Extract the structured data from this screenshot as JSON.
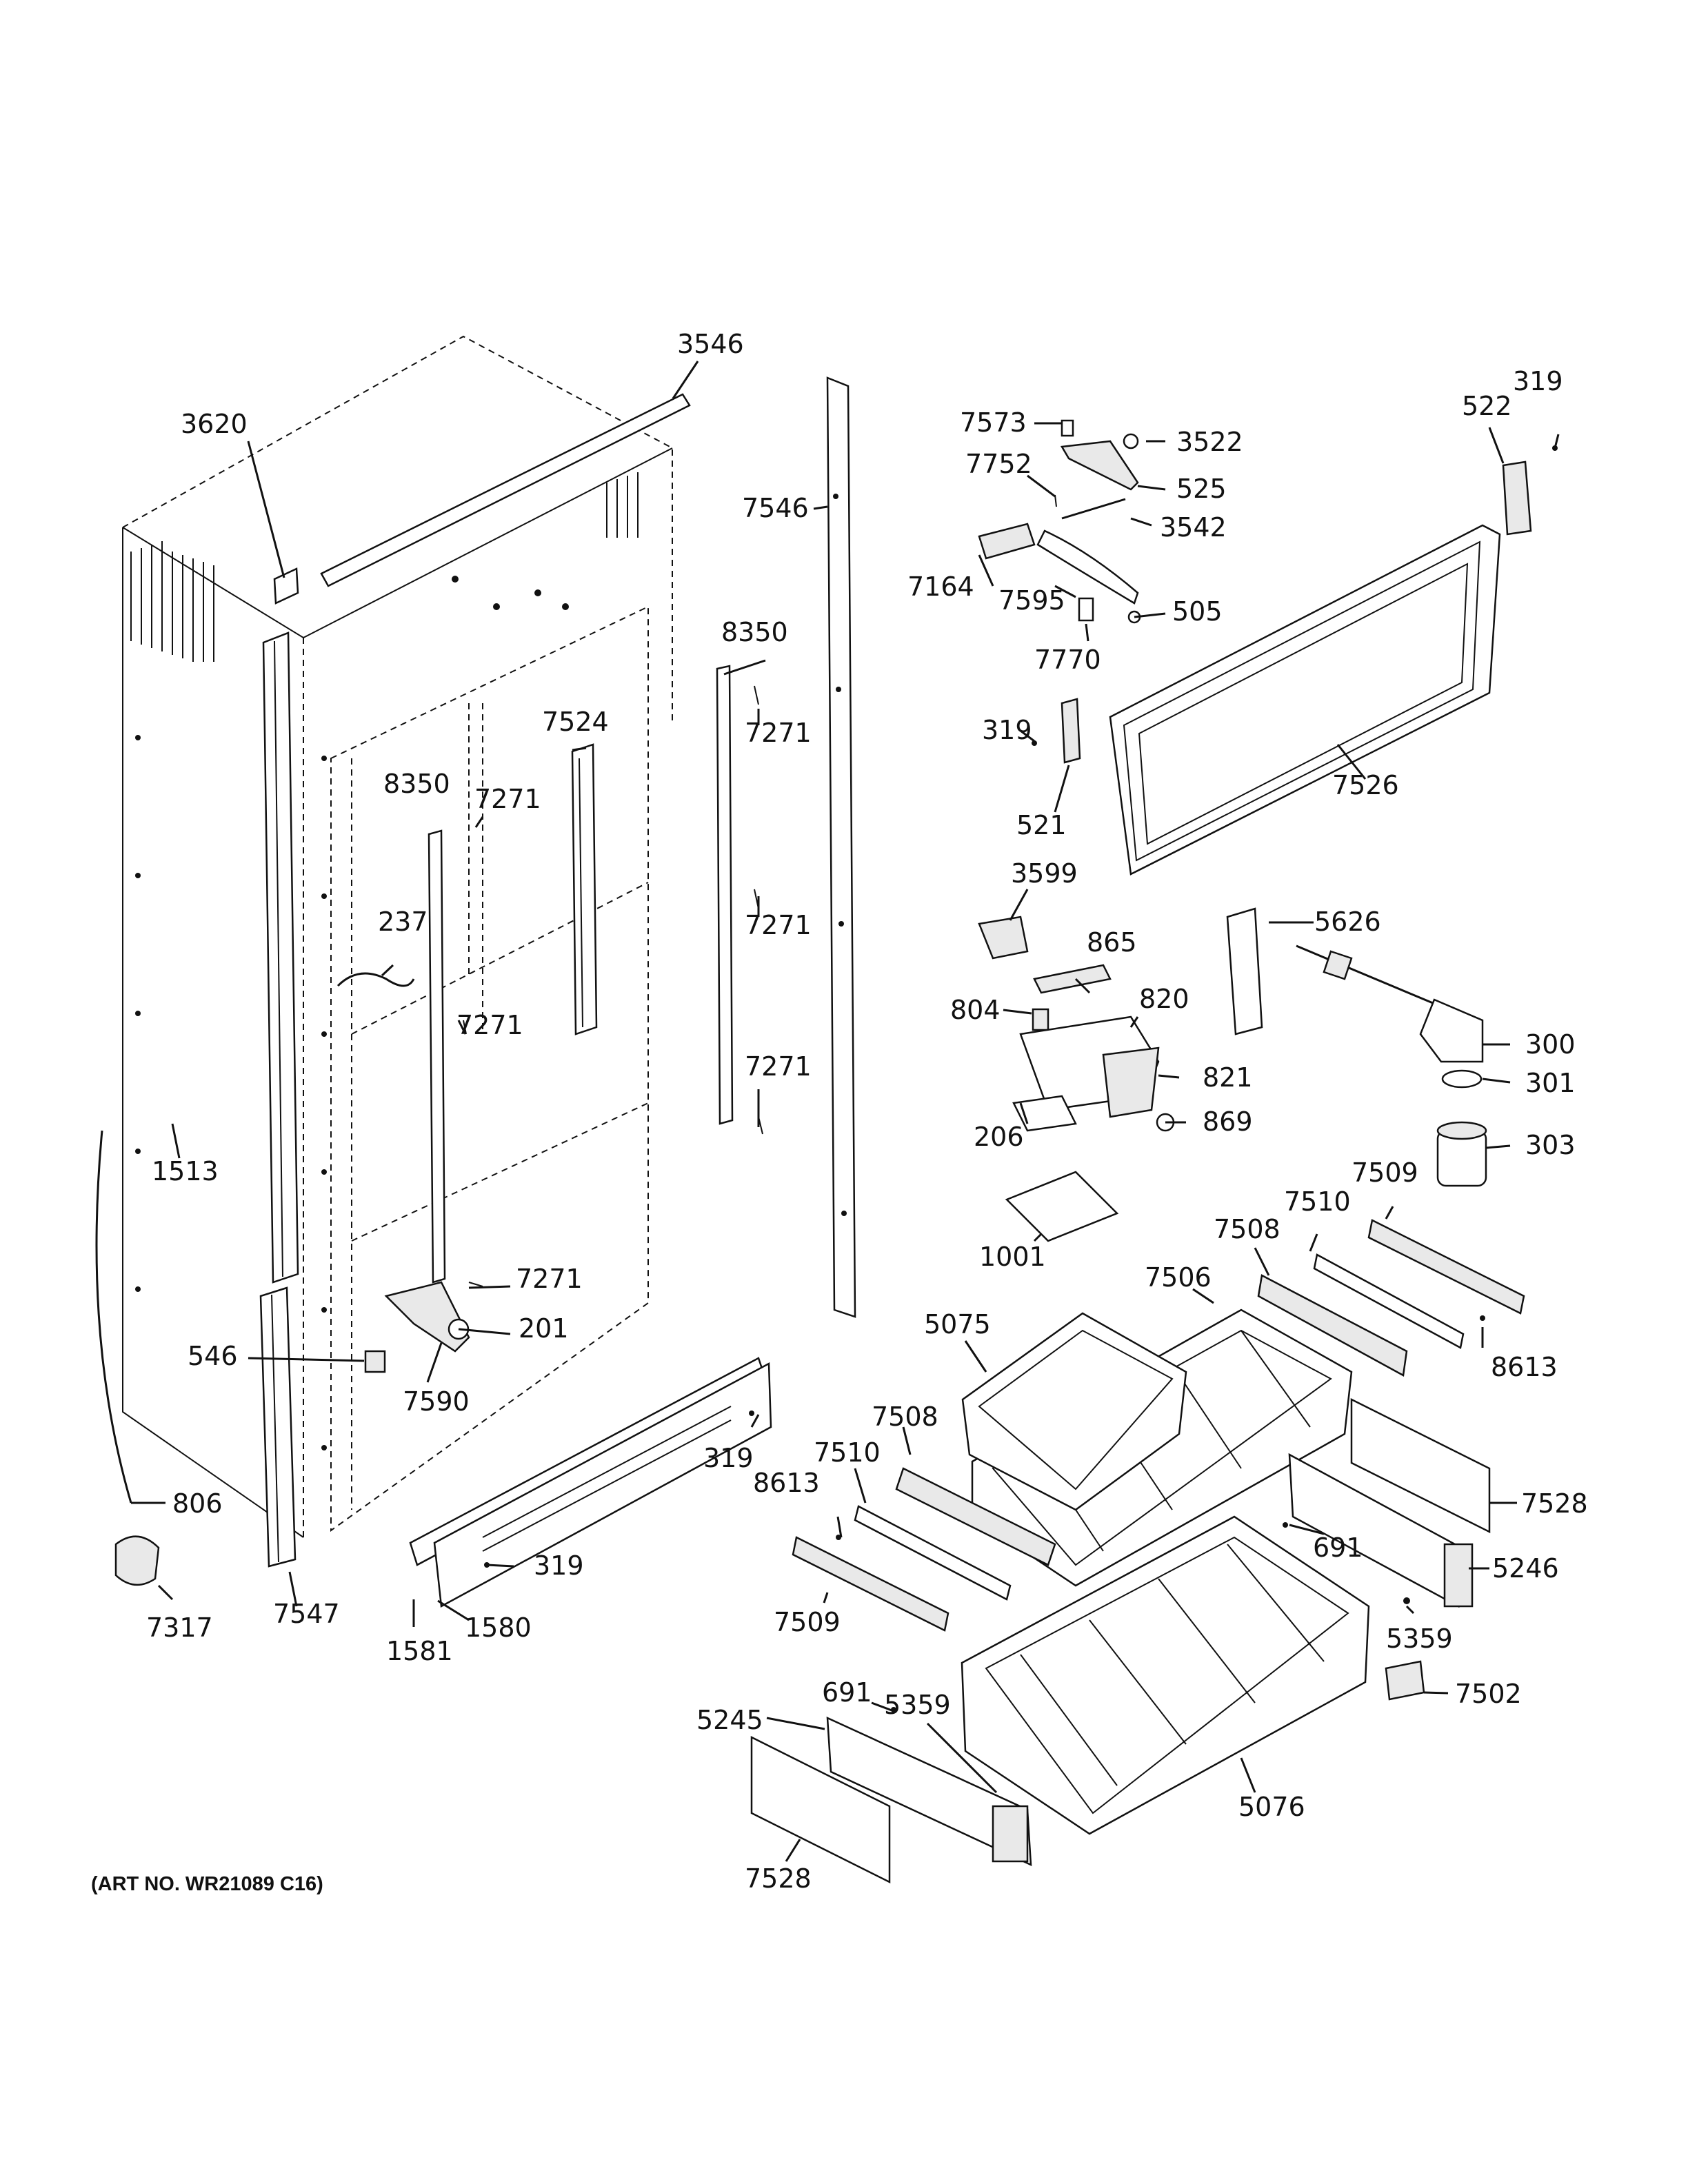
{
  "art_number": "(ART NO. WR21089 C16)",
  "callouts": [
    {
      "id": "c3546a",
      "text": "3546"
    },
    {
      "id": "c3620",
      "text": "3620"
    },
    {
      "id": "c7546",
      "text": "7546"
    },
    {
      "id": "c8350a",
      "text": "8350"
    },
    {
      "id": "c7271a",
      "text": "7271"
    },
    {
      "id": "c7524",
      "text": "7524"
    },
    {
      "id": "c8350b",
      "text": "8350"
    },
    {
      "id": "c7271b",
      "text": "7271"
    },
    {
      "id": "c237",
      "text": "237"
    },
    {
      "id": "c7271c",
      "text": "7271"
    },
    {
      "id": "c7271d",
      "text": "7271"
    },
    {
      "id": "c7271e",
      "text": "7271"
    },
    {
      "id": "c1513",
      "text": "1513"
    },
    {
      "id": "c7271f",
      "text": "7271"
    },
    {
      "id": "c201",
      "text": "201"
    },
    {
      "id": "c546",
      "text": "546"
    },
    {
      "id": "c7590",
      "text": "7590"
    },
    {
      "id": "c319a",
      "text": "319"
    },
    {
      "id": "c806",
      "text": "806"
    },
    {
      "id": "c319b",
      "text": "319"
    },
    {
      "id": "c7317",
      "text": "7317"
    },
    {
      "id": "c7547",
      "text": "7547"
    },
    {
      "id": "c1581",
      "text": "1581"
    },
    {
      "id": "c1580",
      "text": "1580"
    },
    {
      "id": "c7573",
      "text": "7573"
    },
    {
      "id": "c3522",
      "text": "3522"
    },
    {
      "id": "c7752",
      "text": "7752"
    },
    {
      "id": "c525",
      "text": "525"
    },
    {
      "id": "c3542",
      "text": "3542"
    },
    {
      "id": "c7164",
      "text": "7164"
    },
    {
      "id": "c7595",
      "text": "7595"
    },
    {
      "id": "c505",
      "text": "505"
    },
    {
      "id": "c7770",
      "text": "7770"
    },
    {
      "id": "c319c",
      "text": "319"
    },
    {
      "id": "c522",
      "text": "522"
    },
    {
      "id": "c319d",
      "text": "319"
    },
    {
      "id": "c7526",
      "text": "7526"
    },
    {
      "id": "c521",
      "text": "521"
    },
    {
      "id": "c3599",
      "text": "3599"
    },
    {
      "id": "c5626",
      "text": "5626"
    },
    {
      "id": "c865",
      "text": "865"
    },
    {
      "id": "c820",
      "text": "820"
    },
    {
      "id": "c804",
      "text": "804"
    },
    {
      "id": "c300",
      "text": "300"
    },
    {
      "id": "c821",
      "text": "821"
    },
    {
      "id": "c301",
      "text": "301"
    },
    {
      "id": "c206",
      "text": "206"
    },
    {
      "id": "c869",
      "text": "869"
    },
    {
      "id": "c303",
      "text": "303"
    },
    {
      "id": "c7509a",
      "text": "7509"
    },
    {
      "id": "c7510a",
      "text": "7510"
    },
    {
      "id": "c1001",
      "text": "1001"
    },
    {
      "id": "c7508a",
      "text": "7508"
    },
    {
      "id": "c7506",
      "text": "7506"
    },
    {
      "id": "c5075",
      "text": "5075"
    },
    {
      "id": "c8613a",
      "text": "8613"
    },
    {
      "id": "c7508b",
      "text": "7508"
    },
    {
      "id": "c7510b",
      "text": "7510"
    },
    {
      "id": "c8613b",
      "text": "8613"
    },
    {
      "id": "c7528a",
      "text": "7528"
    },
    {
      "id": "c691a",
      "text": "691"
    },
    {
      "id": "c5246",
      "text": "5246"
    },
    {
      "id": "c7509b",
      "text": "7509"
    },
    {
      "id": "c5359a",
      "text": "5359"
    },
    {
      "id": "c691b",
      "text": "691"
    },
    {
      "id": "c5359b",
      "text": "5359"
    },
    {
      "id": "c7502",
      "text": "7502"
    },
    {
      "id": "c5245",
      "text": "5245"
    },
    {
      "id": "c5076",
      "text": "5076"
    },
    {
      "id": "c7528b",
      "text": "7528"
    }
  ]
}
